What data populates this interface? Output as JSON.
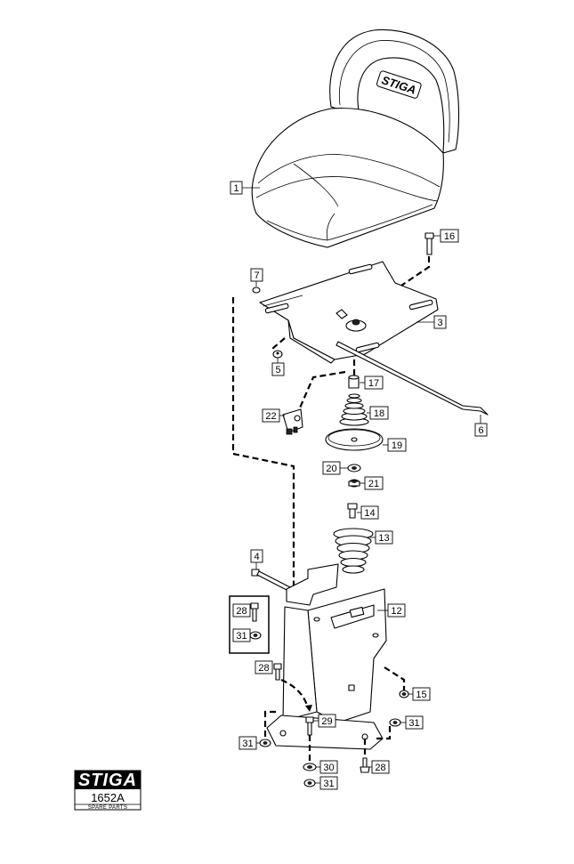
{
  "callouts": [
    {
      "id": "c1",
      "label": "1"
    },
    {
      "id": "c16",
      "label": "16"
    },
    {
      "id": "c7",
      "label": "7"
    },
    {
      "id": "c3",
      "label": "3"
    },
    {
      "id": "c5",
      "label": "5"
    },
    {
      "id": "c17",
      "label": "17"
    },
    {
      "id": "c22",
      "label": "22"
    },
    {
      "id": "c18",
      "label": "18"
    },
    {
      "id": "c6",
      "label": "6"
    },
    {
      "id": "c19",
      "label": "19"
    },
    {
      "id": "c20",
      "label": "20"
    },
    {
      "id": "c21",
      "label": "21"
    },
    {
      "id": "c14",
      "label": "14"
    },
    {
      "id": "c13",
      "label": "13"
    },
    {
      "id": "c4",
      "label": "4"
    },
    {
      "id": "c12",
      "label": "12"
    },
    {
      "id": "c28a",
      "label": "28"
    },
    {
      "id": "c31a",
      "label": "31"
    },
    {
      "id": "c28b",
      "label": "28"
    },
    {
      "id": "c15",
      "label": "15"
    },
    {
      "id": "c29",
      "label": "29"
    },
    {
      "id": "c31b",
      "label": "31"
    },
    {
      "id": "c31c",
      "label": "31"
    },
    {
      "id": "c30",
      "label": "30"
    },
    {
      "id": "c28c",
      "label": "28"
    },
    {
      "id": "c31d",
      "label": "31"
    }
  ],
  "seat_logo": "STIGA",
  "brand_block": {
    "logo": "STIGA",
    "code": "1652A",
    "caption": "SPARE PARTS"
  }
}
